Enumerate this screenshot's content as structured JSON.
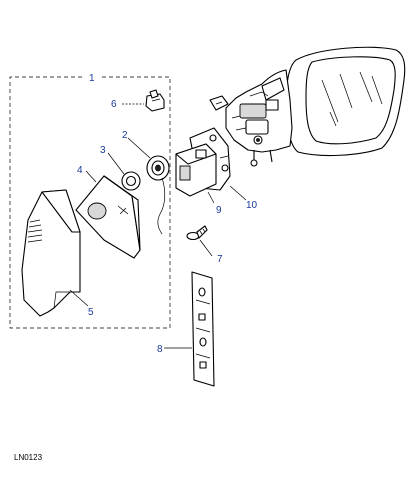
{
  "diagram": {
    "reference_code": "LN0123",
    "callouts": {
      "c1": "1",
      "c2": "2",
      "c3": "3",
      "c4": "4",
      "c5": "5",
      "c6": "6",
      "c7": "7",
      "c8": "8",
      "c9": "9",
      "c10": "10"
    },
    "colors": {
      "callout_text": "#1a3a9c",
      "line_art": "#000000",
      "background": "#ffffff"
    }
  }
}
